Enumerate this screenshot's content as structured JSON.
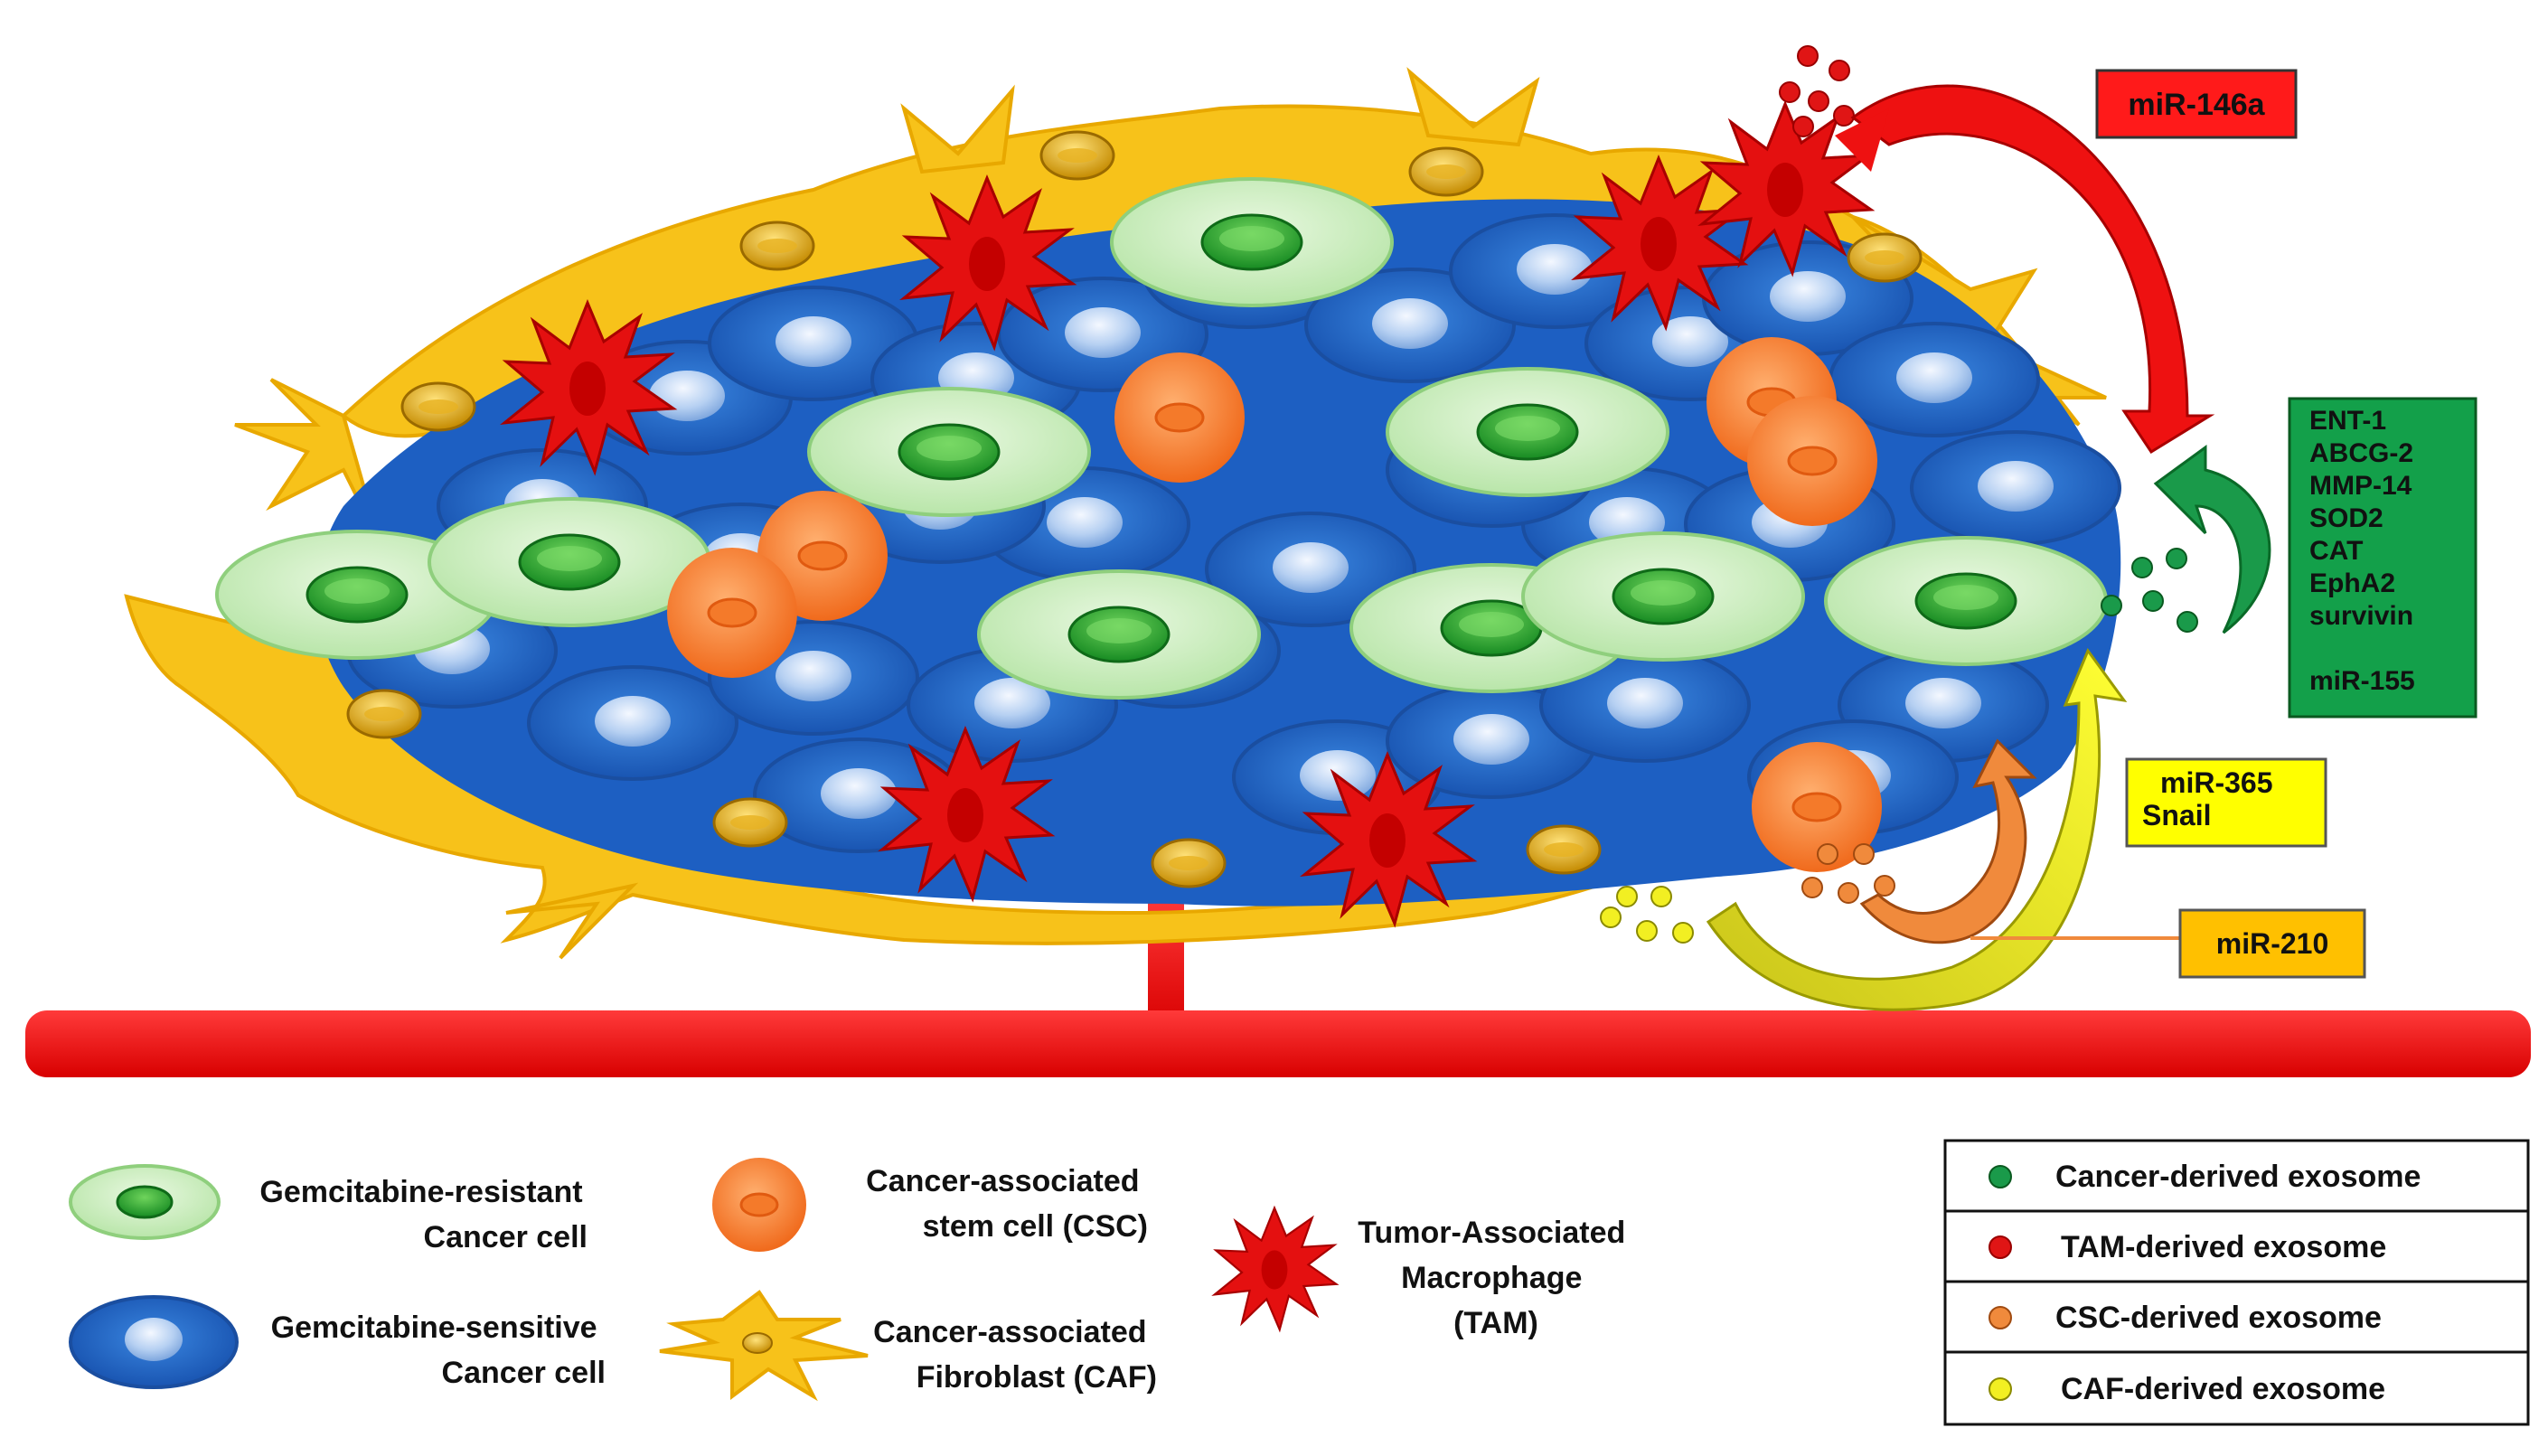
{
  "labels": {
    "mir146a": "miR-146a",
    "green_box": [
      "ENT-1",
      "ABCG-2",
      "MMP-14",
      "SOD2",
      "CAT",
      "EphA2",
      "survivin",
      "",
      "miR-155"
    ],
    "mir365": [
      "miR-365",
      "Snail"
    ],
    "mir210": "miR-210"
  },
  "legend": {
    "gem_resistant": [
      "Gemcitabine-resistant",
      "Cancer cell"
    ],
    "gem_sensitive": [
      "Gemcitabine-sensitive",
      "Cancer cell"
    ],
    "csc": [
      "Cancer-associated",
      "stem cell (CSC)"
    ],
    "caf": [
      "Cancer-associated",
      "Fibroblast (CAF)"
    ],
    "tam": [
      "Tumor-Associated",
      "Macrophage",
      "(TAM)"
    ],
    "exosomes": [
      {
        "label": "Cancer-derived exosome",
        "color": "#1a9a4a"
      },
      {
        "label": "TAM-derived exosome",
        "color": "#e01515"
      },
      {
        "label": "CSC-derived exosome",
        "color": "#f08a3c"
      },
      {
        "label": "CAF-derived exosome",
        "color": "#f2ef22"
      }
    ]
  },
  "colors": {
    "vessel": "#ee1111",
    "sensitive_cell": "#1f63c6",
    "resistant_cell": "#c7edbb",
    "csc": "#f5883c",
    "caf": "#f7c21a",
    "tam": "#e01010",
    "box_red": "#ff1a1a",
    "box_green": "#13a04a",
    "box_yellow": "#ffff00",
    "box_orange": "#ffc000"
  }
}
